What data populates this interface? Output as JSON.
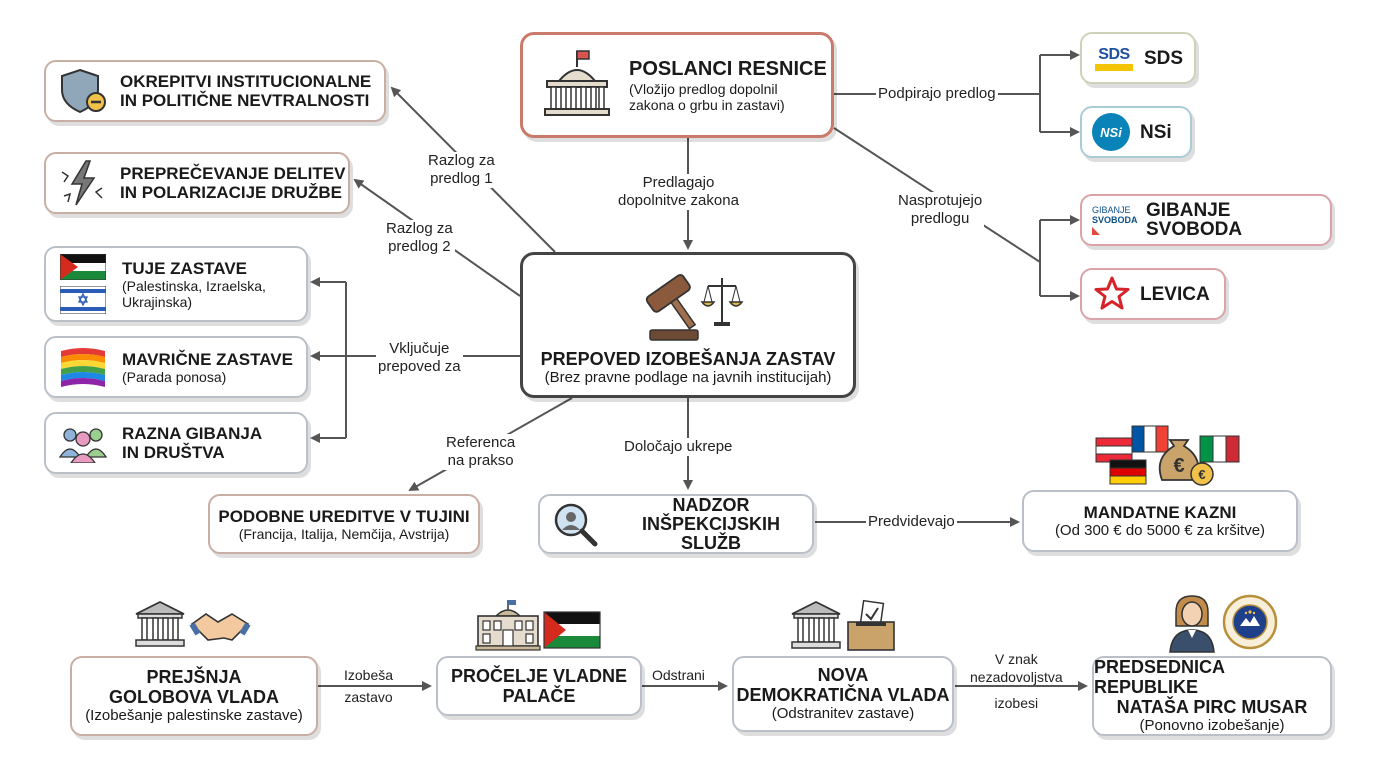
{
  "main": {
    "title": "PREPOVED IZOBEŠANJA ZASTAV",
    "subtitle": "(Brez pravne podlage na javnih institucijah)"
  },
  "proposers": {
    "title": "POSLANCI RESNICE",
    "subtitle_line1": "(Vložijo predlog dopolnil",
    "subtitle_line2": "zakona o grbu in zastavi)"
  },
  "parties": {
    "support": [
      {
        "name": "SDS",
        "logo_text": "SDS",
        "color": "#1e4fa0",
        "accent": "#f5c400"
      },
      {
        "name": "NSi",
        "logo_text": "NSi",
        "color": "#0a84b8"
      }
    ],
    "oppose": [
      {
        "name": "GIBANJE SVOBODA",
        "logo_line1": "GIBANJE",
        "logo_line2": "SVOBODA",
        "color": "#0b4f8a",
        "accent": "#e2483d"
      },
      {
        "name": "LEVICA",
        "color": "#d6232a"
      }
    ]
  },
  "reasons": [
    {
      "line1": "OKREPITVI INSTITUCIONALNE",
      "line2": "IN POLITIČNE NEVTRALNOSTI",
      "icon": "shield-icon"
    },
    {
      "line1": "PREPREČEVANJE DELITEV",
      "line2": "IN POLARIZACIJE DRUŽBE",
      "icon": "cracked-lightning-icon"
    }
  ],
  "included": [
    {
      "title": "TUJE ZASTAVE",
      "sub1": "(Palestinska, Izraelska,",
      "sub2": "Ukrajinska)",
      "icon": "flags-icon"
    },
    {
      "title": "MAVRIČNE ZASTAVE",
      "sub1": "(Parada ponosa)",
      "icon": "rainbow-flag-icon"
    },
    {
      "title": "RAZNA GIBANJA",
      "title2": "IN DRUŠTVA",
      "icon": "people-group-icon"
    }
  ],
  "foreign": {
    "title": "PODOBNE UREDITVE V TUJINI",
    "subtitle": "(Francija, Italija, Nemčija, Avstrija)"
  },
  "inspection": {
    "line1": "NADZOR",
    "line2": "INŠPEKCIJSKIH SLUŽB"
  },
  "fines": {
    "title": "MANDATNE KAZNI",
    "subtitle": "(Od 300 € do 5000 € za kršitve)",
    "coin_symbol": "€"
  },
  "edges": {
    "support": "Podpirajo predlog",
    "oppose_line1": "Nasprotujejo",
    "oppose_line2": "predlogu",
    "propose_line1": "Predlagajo",
    "propose_line2": "dopolnitve zakona",
    "reason1_line1": "Razlog za",
    "reason1_line2": "predlog 1",
    "reason2_line1": "Razlog za",
    "reason2_line2": "predlog 2",
    "includes_line1": "Vključuje",
    "includes_line2": "prepoved za",
    "reference_line1": "Referenca",
    "reference_line2": "na prakso",
    "measures": "Določajo ukrepe",
    "foresee": "Predvidevajo"
  },
  "timeline": [
    {
      "line1": "PREJŠNJA",
      "line2": "GOLOBOVA VLADA",
      "sub": "(Izobešanje palestinske zastave)"
    },
    {
      "line1": "PROČELJE VLADNE",
      "line2": "PALAČE"
    },
    {
      "line1": "NOVA",
      "line2": "DEMOKRATIČNA VLADA",
      "sub": "(Odstranitev zastave)"
    },
    {
      "line1": "PREDSEDNICA REPUBLIKE",
      "line2": "NATAŠA PIRC MUSAR",
      "sub": "(Ponovno izobešanje)"
    }
  ],
  "timeline_edges": [
    {
      "line1": "Izobeša",
      "line2": "zastavo"
    },
    {
      "line1": "Odstrani"
    },
    {
      "line1": "V znak",
      "line2": "nezadovoljstva",
      "line3": "izobesi"
    }
  ],
  "colors": {
    "line": "#555555",
    "proposer_border": "#c97a6a",
    "card_border": "#b9c0c7"
  }
}
